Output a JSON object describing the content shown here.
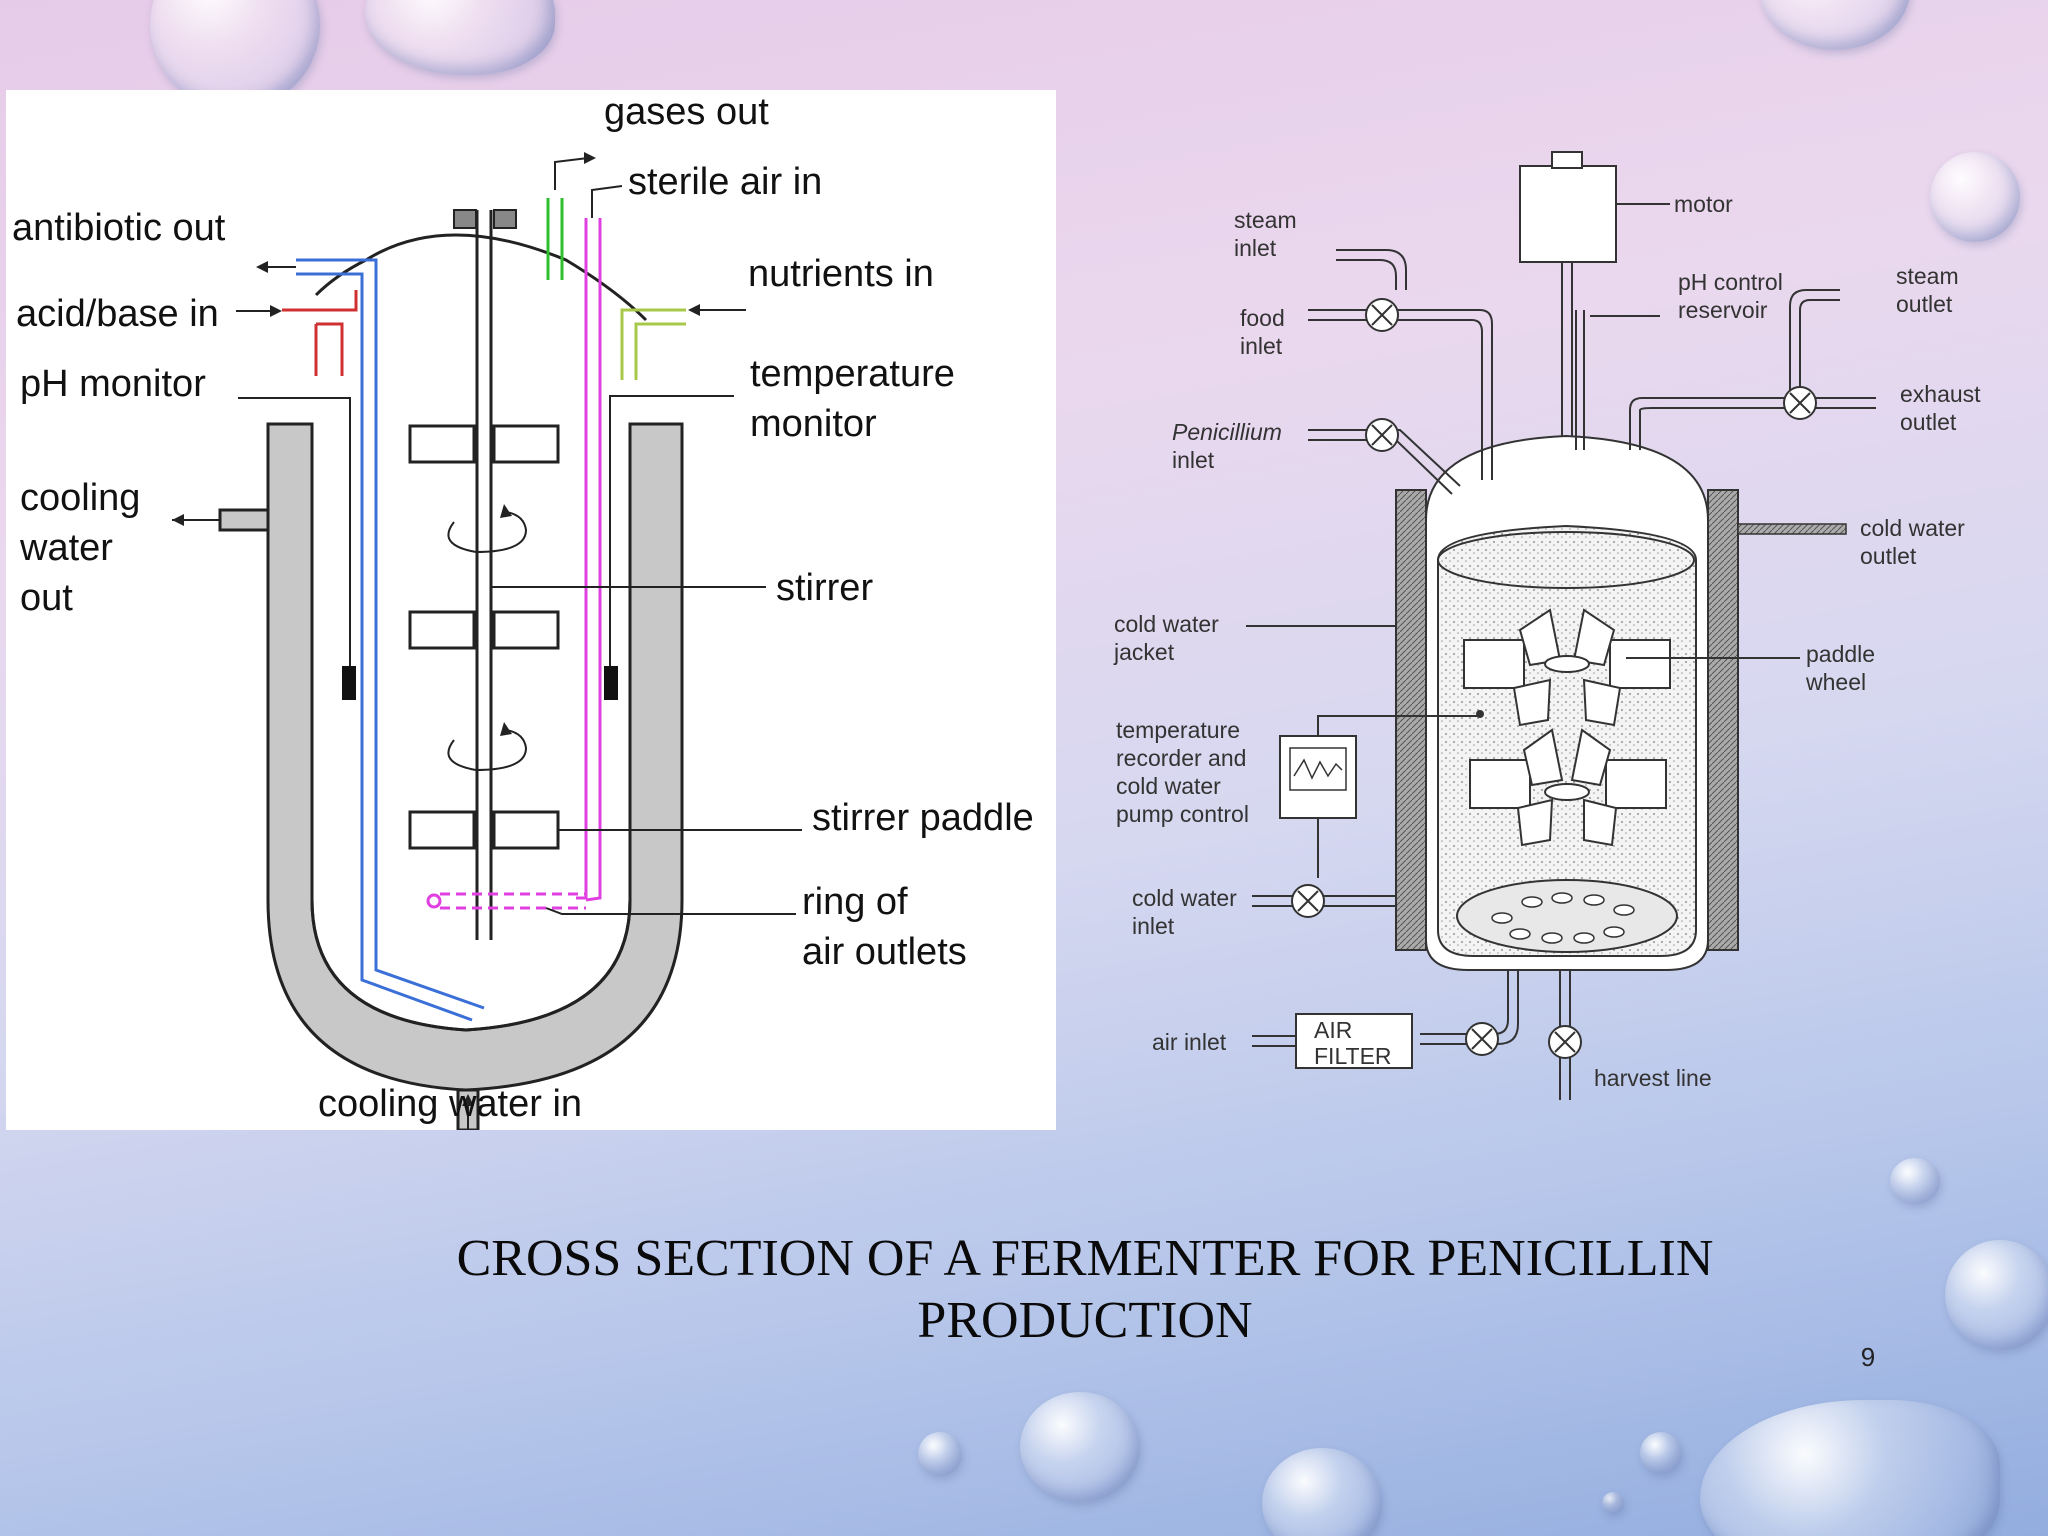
{
  "slide": {
    "title_line1": "CROSS SECTION OF A FERMENTER FOR PENICILLIN",
    "title_line2": "PRODUCTION",
    "page_number": "9"
  },
  "left_diagram": {
    "labels": {
      "gases_out": "gases out",
      "sterile_air_in": "sterile air in",
      "antibiotic_out": "antibiotic out",
      "nutrients_in": "nutrients in",
      "acid_base_in": "acid/base in",
      "ph_monitor": "pH monitor",
      "temperature_monitor_1": "temperature",
      "temperature_monitor_2": "monitor",
      "cooling_water_out_1": "cooling",
      "cooling_water_out_2": "water",
      "cooling_water_out_3": "out",
      "stirrer": "stirrer",
      "stirrer_paddle": "stirrer paddle",
      "ring_of_air_outlets_1": "ring of",
      "ring_of_air_outlets_2": "air outlets",
      "cooling_water_in": "cooling water in"
    },
    "colors": {
      "air": "#2dbf2d",
      "sterile_air": "#e040e0",
      "antibiotic": "#3a6fd8",
      "acid_base": "#d03030",
      "nutrients": "#a8c84a",
      "jacket": "#c8c8c8"
    }
  },
  "right_diagram": {
    "labels": {
      "motor": "motor",
      "steam_inlet_1": "steam",
      "steam_inlet_2": "inlet",
      "ph_control_1": "pH control",
      "ph_control_2": "reservoir",
      "steam_outlet_1": "steam",
      "steam_outlet_2": "outlet",
      "food_inlet_1": "food",
      "food_inlet_2": "inlet",
      "exhaust_outlet_1": "exhaust",
      "exhaust_outlet_2": "outlet",
      "penicillium_inlet_1": "Penicillium",
      "penicillium_inlet_2": "inlet",
      "cold_water_outlet_1": "cold water",
      "cold_water_outlet_2": "outlet",
      "cold_water_jacket_1": "cold water",
      "cold_water_jacket_2": "jacket",
      "paddle_wheel_1": "paddle",
      "paddle_wheel_2": "wheel",
      "temp_recorder_1": "temperature",
      "temp_recorder_2": "recorder and",
      "temp_recorder_3": "cold water",
      "temp_recorder_4": "pump control",
      "cold_water_inlet_1": "cold water",
      "cold_water_inlet_2": "inlet",
      "air_inlet": "air inlet",
      "air_filter_1": "AIR",
      "air_filter_2": "FILTER",
      "harvest_line": "harvest line"
    }
  }
}
